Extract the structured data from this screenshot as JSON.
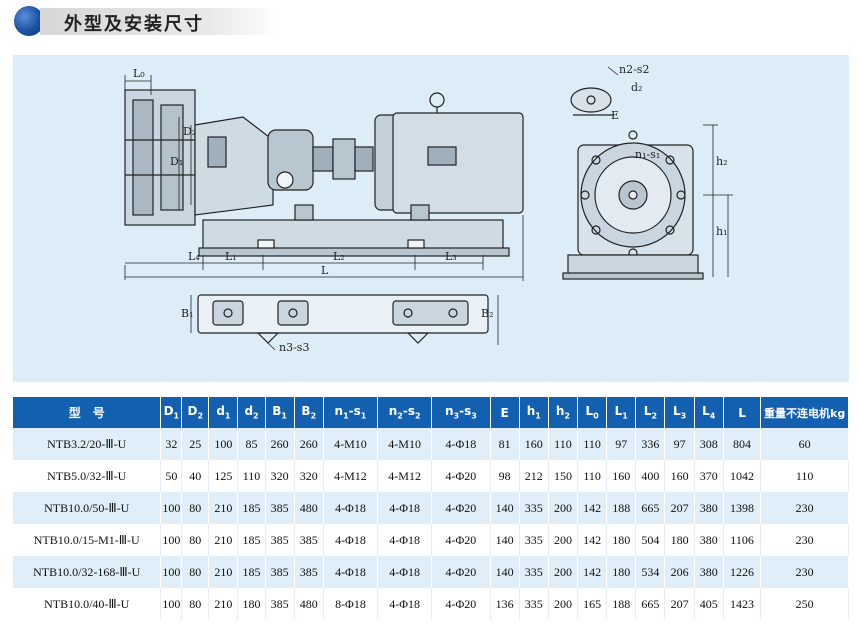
{
  "header": {
    "title": "外型及安装尺寸"
  },
  "drawing_labels": {
    "L0": "L₀",
    "D1": "D₁",
    "D2": "D₂",
    "L1": "L₁",
    "L2": "L₂",
    "L3": "L₃",
    "L4": "L₄",
    "L": "L",
    "B1": "B₁",
    "B2": "B₂",
    "n3s3": "n3-s3",
    "n2s2": "n2-s2",
    "d2": "d₂",
    "E": "E",
    "n1s1": "n₁-s₁",
    "h1": "h₁",
    "h2": "h₂"
  },
  "table": {
    "headers": [
      "型　号",
      "D1",
      "D2",
      "d1",
      "d2",
      "B1",
      "B2",
      "n1-s1",
      "n2-s2",
      "n3-s3",
      "E",
      "h1",
      "h2",
      "L0",
      "L1",
      "L2",
      "L3",
      "L4",
      "L",
      "重量不连电机kg"
    ],
    "rows": [
      [
        "NTB3.2/20-Ⅲ-U",
        "32",
        "25",
        "100",
        "85",
        "260",
        "260",
        "4-M10",
        "4-M10",
        "4-Φ18",
        "81",
        "160",
        "110",
        "110",
        "97",
        "336",
        "97",
        "308",
        "804",
        "60"
      ],
      [
        "NTB5.0/32-Ⅲ-U",
        "50",
        "40",
        "125",
        "110",
        "320",
        "320",
        "4-M12",
        "4-M12",
        "4-Φ20",
        "98",
        "212",
        "150",
        "110",
        "160",
        "400",
        "160",
        "370",
        "1042",
        "110"
      ],
      [
        "NTB10.0/50-Ⅲ-U",
        "100",
        "80",
        "210",
        "185",
        "385",
        "480",
        "4-Φ18",
        "4-Φ18",
        "4-Φ20",
        "140",
        "335",
        "200",
        "142",
        "188",
        "665",
        "207",
        "380",
        "1398",
        "230"
      ],
      [
        "NTB10.0/15-M1-Ⅲ-U",
        "100",
        "80",
        "210",
        "185",
        "385",
        "385",
        "4-Φ18",
        "4-Φ18",
        "4-Φ20",
        "140",
        "335",
        "200",
        "142",
        "180",
        "504",
        "180",
        "380",
        "1106",
        "230"
      ],
      [
        "NTB10.0/32-168-Ⅲ-U",
        "100",
        "80",
        "210",
        "185",
        "385",
        "385",
        "4-Φ18",
        "4-Φ18",
        "4-Φ20",
        "140",
        "335",
        "200",
        "142",
        "180",
        "534",
        "206",
        "380",
        "1226",
        "230"
      ],
      [
        "NTB10.0/40-Ⅲ-U",
        "100",
        "80",
        "210",
        "180",
        "385",
        "480",
        "8-Φ18",
        "4-Φ18",
        "4-Φ20",
        "136",
        "335",
        "200",
        "165",
        "188",
        "665",
        "207",
        "405",
        "1423",
        "250"
      ]
    ]
  }
}
